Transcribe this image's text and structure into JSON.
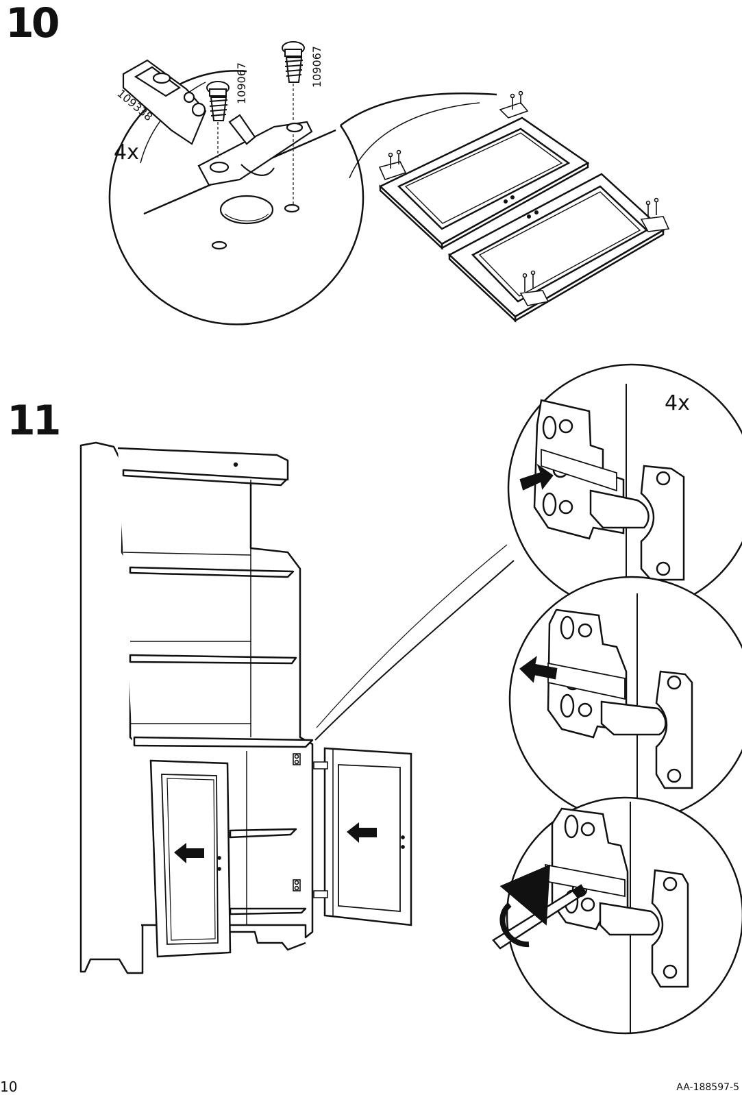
{
  "steps": [
    {
      "number": "10",
      "quantity": "4x",
      "part_labels": [
        "109338",
        "109067",
        "109067"
      ]
    },
    {
      "number": "11",
      "quantity": "4x"
    }
  ],
  "footer": {
    "page_number": "10",
    "document_code": "AA-188597-5"
  }
}
